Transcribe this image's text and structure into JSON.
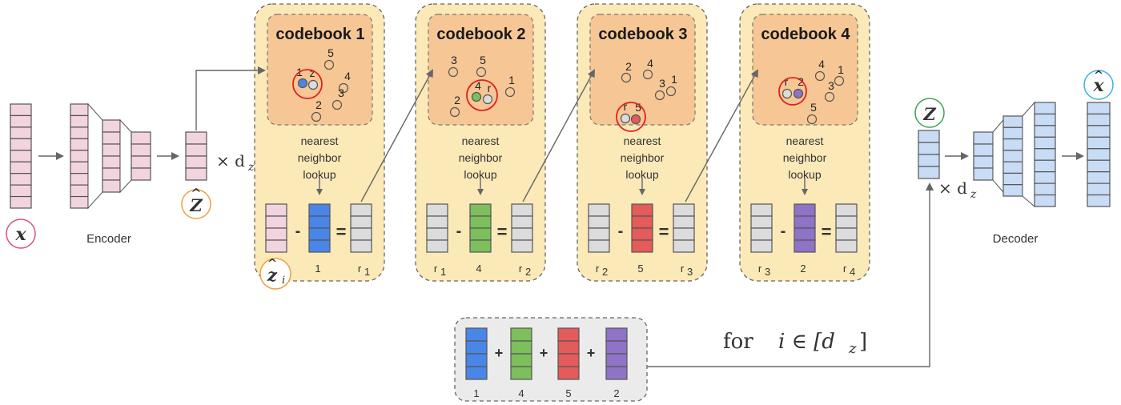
{
  "colors": {
    "pink": "#f2d4df",
    "blue": "#4a86e8",
    "green": "#7cbf5c",
    "red": "#e35b5b",
    "purple": "#8e73c6",
    "gray": "#dcdcdc",
    "lightblue": "#c9dcf6",
    "panel": "#fbe9b8",
    "codebook": "#f6c795",
    "circle_x": "#d9507a",
    "circle_zhat": "#f0a040",
    "circle_z": "#3aa357",
    "circle_xhat": "#3bb3e0"
  },
  "labels": {
    "x": "x",
    "zhat": "Z",
    "times_dz": "× d",
    "dz_sub": "z",
    "zi_hat": "z",
    "zi_sub": "i",
    "z": "Z",
    "xhat": "x",
    "encoder": "Encoder",
    "decoder": "Decoder",
    "for_text": "for",
    "for_math": "i ∈ [d",
    "for_close": "]",
    "minus": "-",
    "equals": "=",
    "plus": "+"
  },
  "nn": [
    "nearest",
    "neighbor",
    "lookup"
  ],
  "codebooks": [
    {
      "title": "codebook 1",
      "points": [
        {
          "label": "1"
        },
        {
          "label": "z"
        },
        {
          "label": "5"
        },
        {
          "label": "4"
        },
        {
          "label": "3"
        },
        {
          "label": "2"
        }
      ],
      "under": [
        "",
        "1",
        "r"
      ],
      "under_sub": [
        "",
        "",
        "1"
      ]
    },
    {
      "title": "codebook 2",
      "points": [
        {
          "label": "3"
        },
        {
          "label": "5"
        },
        {
          "label": "4"
        },
        {
          "label": "r"
        },
        {
          "label": "1"
        },
        {
          "label": "2"
        }
      ],
      "under": [
        "r",
        "4",
        "r"
      ],
      "under_sub": [
        "1",
        "",
        "2"
      ]
    },
    {
      "title": "codebook 3",
      "points": [
        {
          "label": "2"
        },
        {
          "label": "4"
        },
        {
          "label": "3"
        },
        {
          "label": "1"
        },
        {
          "label": "r"
        },
        {
          "label": "5"
        }
      ],
      "under": [
        "r",
        "5",
        "r"
      ],
      "under_sub": [
        "2",
        "",
        "3"
      ]
    },
    {
      "title": "codebook 4",
      "points": [
        {
          "label": "r"
        },
        {
          "label": "2"
        },
        {
          "label": "4"
        },
        {
          "label": "1"
        },
        {
          "label": "3"
        },
        {
          "label": "5"
        }
      ],
      "under": [
        "r",
        "2",
        "r"
      ],
      "under_sub": [
        "3",
        "",
        "4"
      ]
    }
  ],
  "sum_labels": [
    "1",
    "4",
    "5",
    "2"
  ]
}
